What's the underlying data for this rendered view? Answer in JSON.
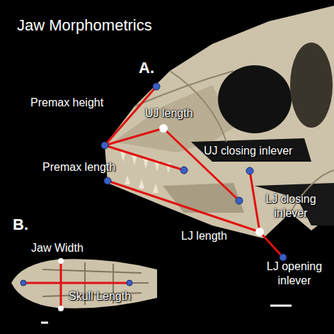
{
  "diagram": {
    "title": "Jaw Morphometrics",
    "labels": [
      "A.",
      "Premax height",
      "UJ length",
      "UJ closing inlever",
      "Premax length",
      "LJ closing inlever",
      "LJ length",
      "LJ opening inlever",
      "B.",
      "Jaw Width",
      "Skull Length"
    ]
  }
}
